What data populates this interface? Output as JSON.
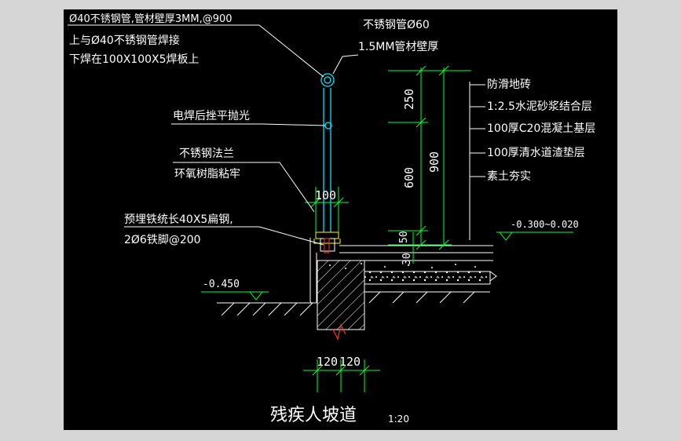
{
  "colors": {
    "background": "#000000",
    "frame": "#d6d6d6",
    "text": "#ffffff",
    "dimension": "#00ff33",
    "pipe": "#00e5ff",
    "leader": "#ffffff",
    "hatch": "#ffffff",
    "accent": "#ff3333"
  },
  "labels": {
    "rail_spec_1": "Ø40不锈钢管,管材壁厚3MM,@900",
    "rail_spec_2": "上与Ø40不锈钢管焊接",
    "rail_spec_3": "下焊在100X100X5焊板上",
    "top_pipe_1": "不锈钢管Ø60",
    "top_pipe_2": "1.5MM管材壁厚",
    "weld": "电焊后挫平抛光",
    "flange_1": "不锈钢法兰",
    "flange_2": "环氧树脂粘牢",
    "embed_1": "预埋铁统长40X5扁钢,",
    "embed_2": "2Ø6铁脚@200"
  },
  "layers": [
    "防滑地砖",
    "1:2.5水泥砂浆结合层",
    "100厚C20混凝土基层",
    "100厚清水道渣垫层",
    "素土夯实"
  ],
  "dimensions": {
    "d250": "250",
    "d900": "900",
    "d600": "600",
    "d50": "50",
    "d30": "30",
    "d100": "100",
    "d120a": "120",
    "d120b": "120"
  },
  "levels": {
    "left": "-0.450",
    "right": "-0.300~0.020"
  },
  "title": {
    "main": "残疾人坡道",
    "scale": "1:20"
  }
}
